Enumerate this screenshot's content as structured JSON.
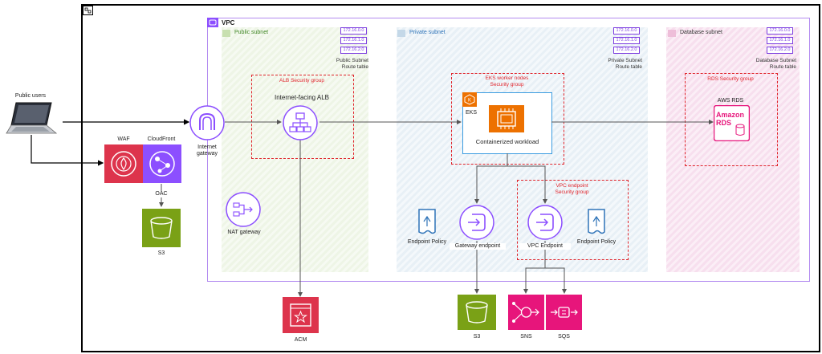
{
  "users": {
    "label": "Public users"
  },
  "waf": {
    "label": "WAF"
  },
  "cloudfront": {
    "label": "CloudFront"
  },
  "oac": {
    "label": "OAC"
  },
  "s3_left": {
    "label": "S3"
  },
  "vpc": {
    "label": "VPC"
  },
  "igw": {
    "label_line1": "Internet",
    "label_line2": "gateway"
  },
  "public_subnet": {
    "label": "Public subnet",
    "routes": [
      "172.16.0.0",
      "172.16.1.0",
      "172.16.2.0"
    ],
    "rt_line1": "Public Subnet",
    "rt_line2": "Route table"
  },
  "private_subnet": {
    "label": "Private subnet",
    "routes": [
      "172.16.0.0",
      "172.16.1.0",
      "172.16.2.0"
    ],
    "rt_line1": "Private Subnet",
    "rt_line2": "Route table"
  },
  "database_subnet": {
    "label": "Database subnet",
    "routes": [
      "172.16.0.0",
      "172.16.1.0",
      "172.16.2.0"
    ],
    "rt_line1": "Database Subnet",
    "rt_line2": "Route table"
  },
  "alb_sg": {
    "label": "ALB Security group"
  },
  "alb": {
    "label": "Internet-facing ALB"
  },
  "nat": {
    "label": "NAT gateway"
  },
  "eks_sg": {
    "label_line1": "EKS worker nodes",
    "label_line2": "Security group"
  },
  "eks": {
    "label": "EKS"
  },
  "workload": {
    "label": "Containerized workload"
  },
  "rds_sg": {
    "label": "RDS Security group"
  },
  "rds": {
    "label": "AWS RDS",
    "icon_line1": "Amazon",
    "icon_line2": "RDS"
  },
  "vpce_sg": {
    "label_line1": "VPC endpoint",
    "label_line2": "Security group"
  },
  "endpoint_policy_left": {
    "label": "Endpoint Policy"
  },
  "gateway_endpoint": {
    "label": "Gateway endpoint"
  },
  "vpc_endpoint": {
    "label": "VPC Endpoint"
  },
  "endpoint_policy_right": {
    "label": "Endpoint Policy"
  },
  "acm": {
    "label": "ACM"
  },
  "s3_bottom": {
    "label": "S3"
  },
  "sns": {
    "label": "SNS"
  },
  "sqs": {
    "label": "SQS"
  },
  "colors": {
    "purple": "#8c4fff",
    "red": "#dd344c",
    "green": "#7aa116",
    "pink": "#e7157b",
    "orange": "#ed7100",
    "blue": "#2e73b8"
  }
}
